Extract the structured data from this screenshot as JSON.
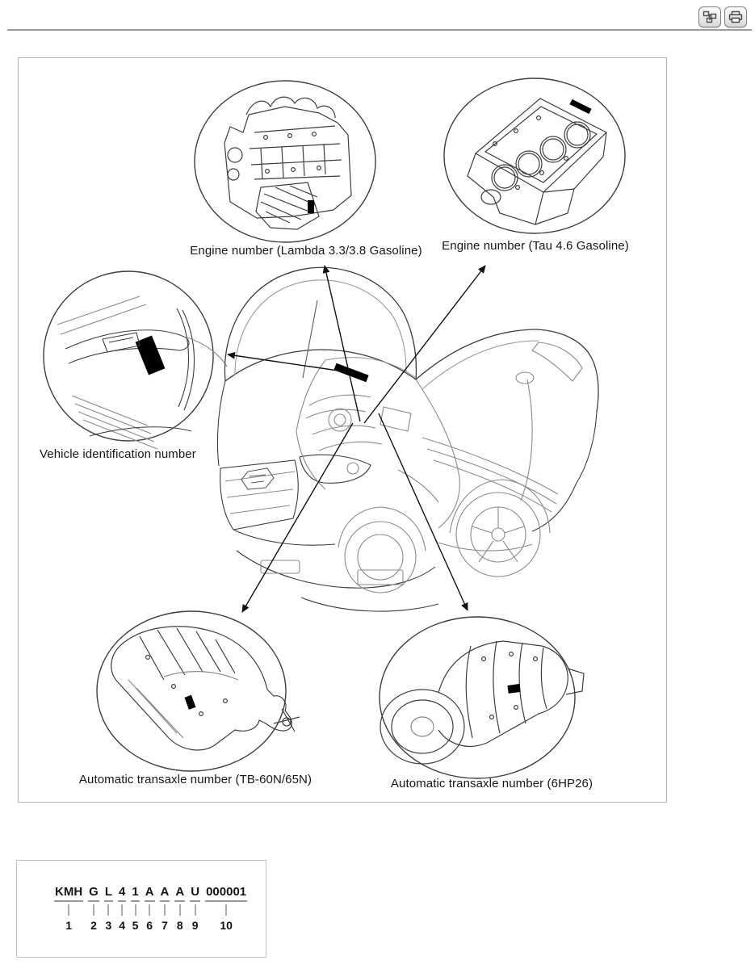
{
  "toolbar": {
    "icons": [
      {
        "name": "sitemap-icon"
      },
      {
        "name": "printer-icon"
      }
    ]
  },
  "figure": {
    "labels": {
      "engine_lambda": "Engine number (Lambda 3.3/3.8 Gasoline)",
      "engine_tau": "Engine number (Tau 4.6 Gasoline)",
      "vin": "Vehicle identification number",
      "transaxle_tb": "Automatic transaxle number (TB-60N/65N)",
      "transaxle_6hp": "Automatic transaxle number (6HP26)"
    }
  },
  "vin_decode": {
    "groups": [
      {
        "c": "KMH",
        "n": "1"
      },
      {
        "c": "G",
        "n": "2"
      },
      {
        "c": "L",
        "n": "3"
      },
      {
        "c": "4",
        "n": "4"
      },
      {
        "c": "1",
        "n": "5"
      },
      {
        "c": "A",
        "n": "6"
      },
      {
        "c": "A",
        "n": "7"
      },
      {
        "c": "A",
        "n": "8"
      },
      {
        "c": "U",
        "n": "9"
      },
      {
        "c": "000001",
        "n": "10"
      }
    ]
  },
  "colors": {
    "line_art": "#4a4a4a",
    "arrow": "#111111",
    "rule": "#9a9a9a",
    "box_border": "#b3b3b3"
  }
}
